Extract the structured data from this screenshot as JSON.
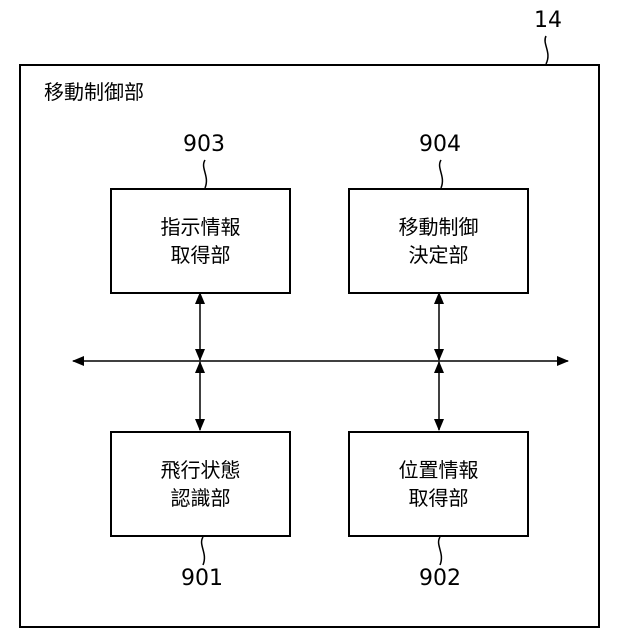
{
  "system": {
    "ref": "14",
    "title": "移動制御部"
  },
  "blocks": [
    {
      "ref": "903",
      "line1": "指示情報",
      "line2": "取得部"
    },
    {
      "ref": "904",
      "line1": "移動制御",
      "line2": "決定部"
    },
    {
      "ref": "901",
      "line1": "飛行状態",
      "line2": "認識部"
    },
    {
      "ref": "902",
      "line1": "位置情報",
      "line2": "取得部"
    }
  ]
}
